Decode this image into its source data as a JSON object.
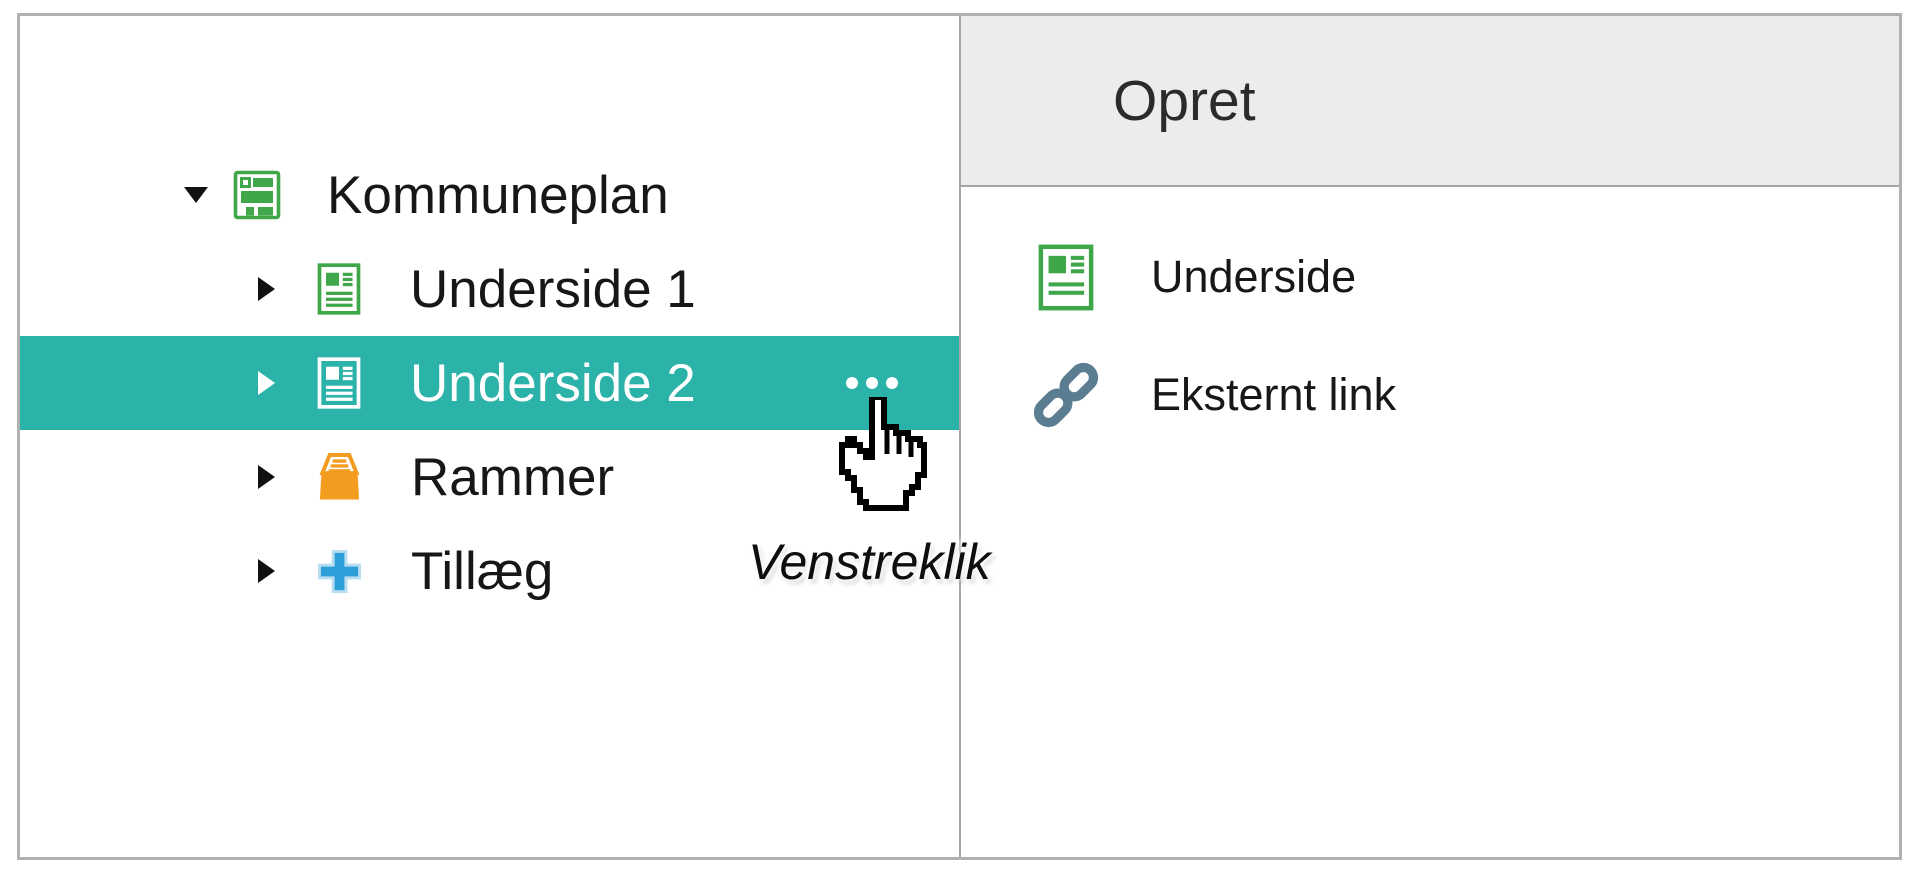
{
  "tree": {
    "items": [
      {
        "label": "Kommuneplan",
        "icon": "site-icon",
        "state": "expanded",
        "level": 0,
        "selected": false
      },
      {
        "label": "Underside 1",
        "icon": "page-icon",
        "state": "collapsed",
        "level": 1,
        "selected": false
      },
      {
        "label": "Underside 2",
        "icon": "page-icon",
        "state": "collapsed",
        "level": 1,
        "selected": true,
        "more_icon": "ellipsis-icon"
      },
      {
        "label": "Rammer",
        "icon": "drawer-icon",
        "state": "collapsed",
        "level": 1,
        "selected": false
      },
      {
        "label": "Tillæg",
        "icon": "plus-icon",
        "state": "collapsed",
        "level": 1,
        "selected": false
      }
    ]
  },
  "create_menu": {
    "title": "Opret",
    "items": [
      {
        "label": "Underside",
        "icon": "page-icon"
      },
      {
        "label": "Eksternt link",
        "icon": "link-icon"
      }
    ]
  },
  "annotation": {
    "cursor_hint": "Venstreklik"
  },
  "colors": {
    "selection_teal": "#2bb2a9",
    "icon_green": "#3fa74a",
    "icon_orange": "#f49c20",
    "icon_blue": "#2c9fd9",
    "icon_link_slate": "#5b7d91",
    "header_gray": "#ececec",
    "frame_border_gray": "#b0b0b0"
  }
}
